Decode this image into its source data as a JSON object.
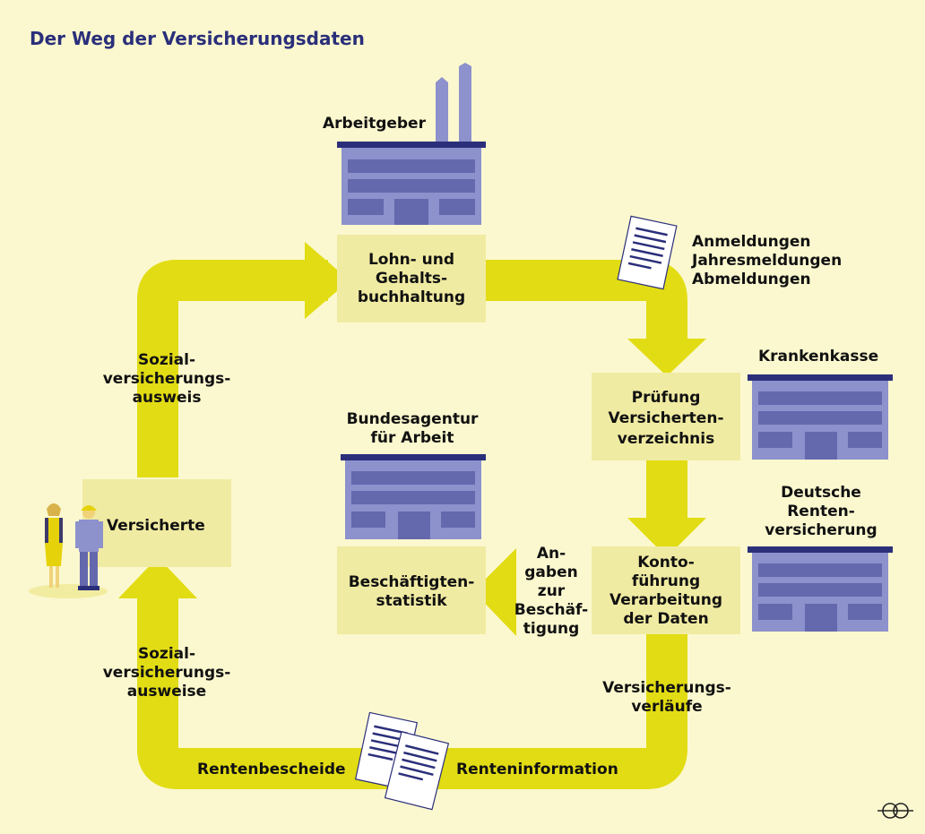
{
  "title": "Der Weg der Versicherungsdaten",
  "nodes": {
    "employer": "Arbeitgeber",
    "payroll": "Lohn- und\nGehalts-\nbuchhaltung",
    "health_insurer": "Krankenkasse",
    "check": "Prüfung\nVersicherten-\nverzeichnis",
    "federal_agency": "Bundesagentur\nfür Arbeit",
    "statistics": "Beschäftigten-\nstatistik",
    "pension_insurer": "Deutsche\nRenten-\nversicherung",
    "account": "Konto-\nführung\nVerarbeitung\nder Daten",
    "insured": "Versicherte"
  },
  "edges": {
    "registrations": "Anmeldungen\nJahresmeldungen\nAbmeldungen",
    "employment_info": "An-\ngaben\nzur\nBeschäf-\ntigung",
    "insurance_history": "Versicherungs-\nverläufe",
    "pension_info": "Renteninformation",
    "pension_notices": "Rentenbescheide",
    "id_card_up": "Sozial-\nversicherungs-\nausweis",
    "id_card_down": "Sozial-\nversicherungs-\nausweise"
  },
  "colors": {
    "track": "#e2dc14",
    "box": "#f0eba2",
    "background": "#fbf8cf",
    "building": "#8d91cc",
    "roof": "#2b2f7a",
    "title": "#2a2f7a"
  }
}
